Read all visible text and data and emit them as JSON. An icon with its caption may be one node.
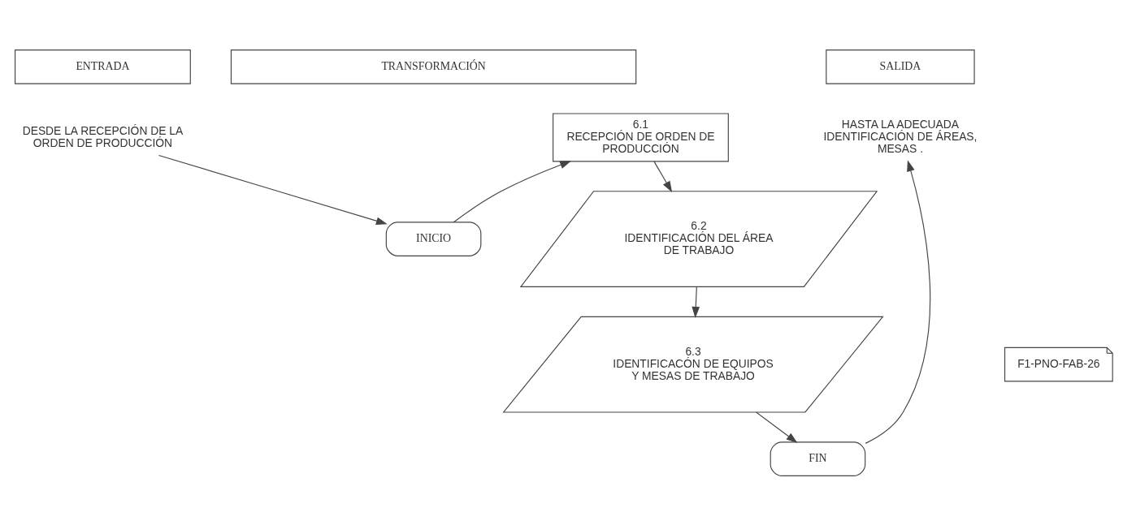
{
  "diagram": {
    "nodes": [
      {
        "text": [
          "ENTRADA"
        ]
      },
      {
        "text": [
          "TRANSFORMACIÓN"
        ]
      },
      {
        "text": [
          "SALIDA"
        ]
      },
      {
        "text": [
          "DESDE LA RECEPCIÓN DE LA ORDEN DE PRODUCCIÓN"
        ]
      },
      {
        "text": [
          "INICIO"
        ]
      },
      {
        "text": [
          "6.1",
          "RECEPCIÓN DE ORDEN DE PRODUCCIÓN"
        ]
      },
      {
        "text": [
          "6.2",
          "IDENTIFICACIÓN DEL ÁREA DE TRABAJO"
        ]
      },
      {
        "text": [
          "6.3",
          "IDENTIFICACÓN DE EQUIPOS Y MESAS DE TRABAJO"
        ]
      },
      {
        "text": [
          "F1-PNO-FAB-26"
        ]
      },
      {
        "text": [
          "FIN"
        ]
      },
      {
        "text": [
          "HASTA LA ADECUADA IDENTIFICACIÓN DE ÁREAS, MESAS ."
        ]
      }
    ],
    "edges": [
      {
        "from": 3,
        "to": 4,
        "arrow": "to"
      },
      {
        "from": 4,
        "to": 5,
        "arrow": "to"
      },
      {
        "from": 5,
        "to": 6,
        "arrow": "to"
      },
      {
        "from": 6,
        "to": 7,
        "arrow": "to"
      },
      {
        "from": 7,
        "to": 9,
        "arrow": "to"
      },
      {
        "from": 9,
        "to": 10,
        "arrow": "to"
      }
    ]
  }
}
